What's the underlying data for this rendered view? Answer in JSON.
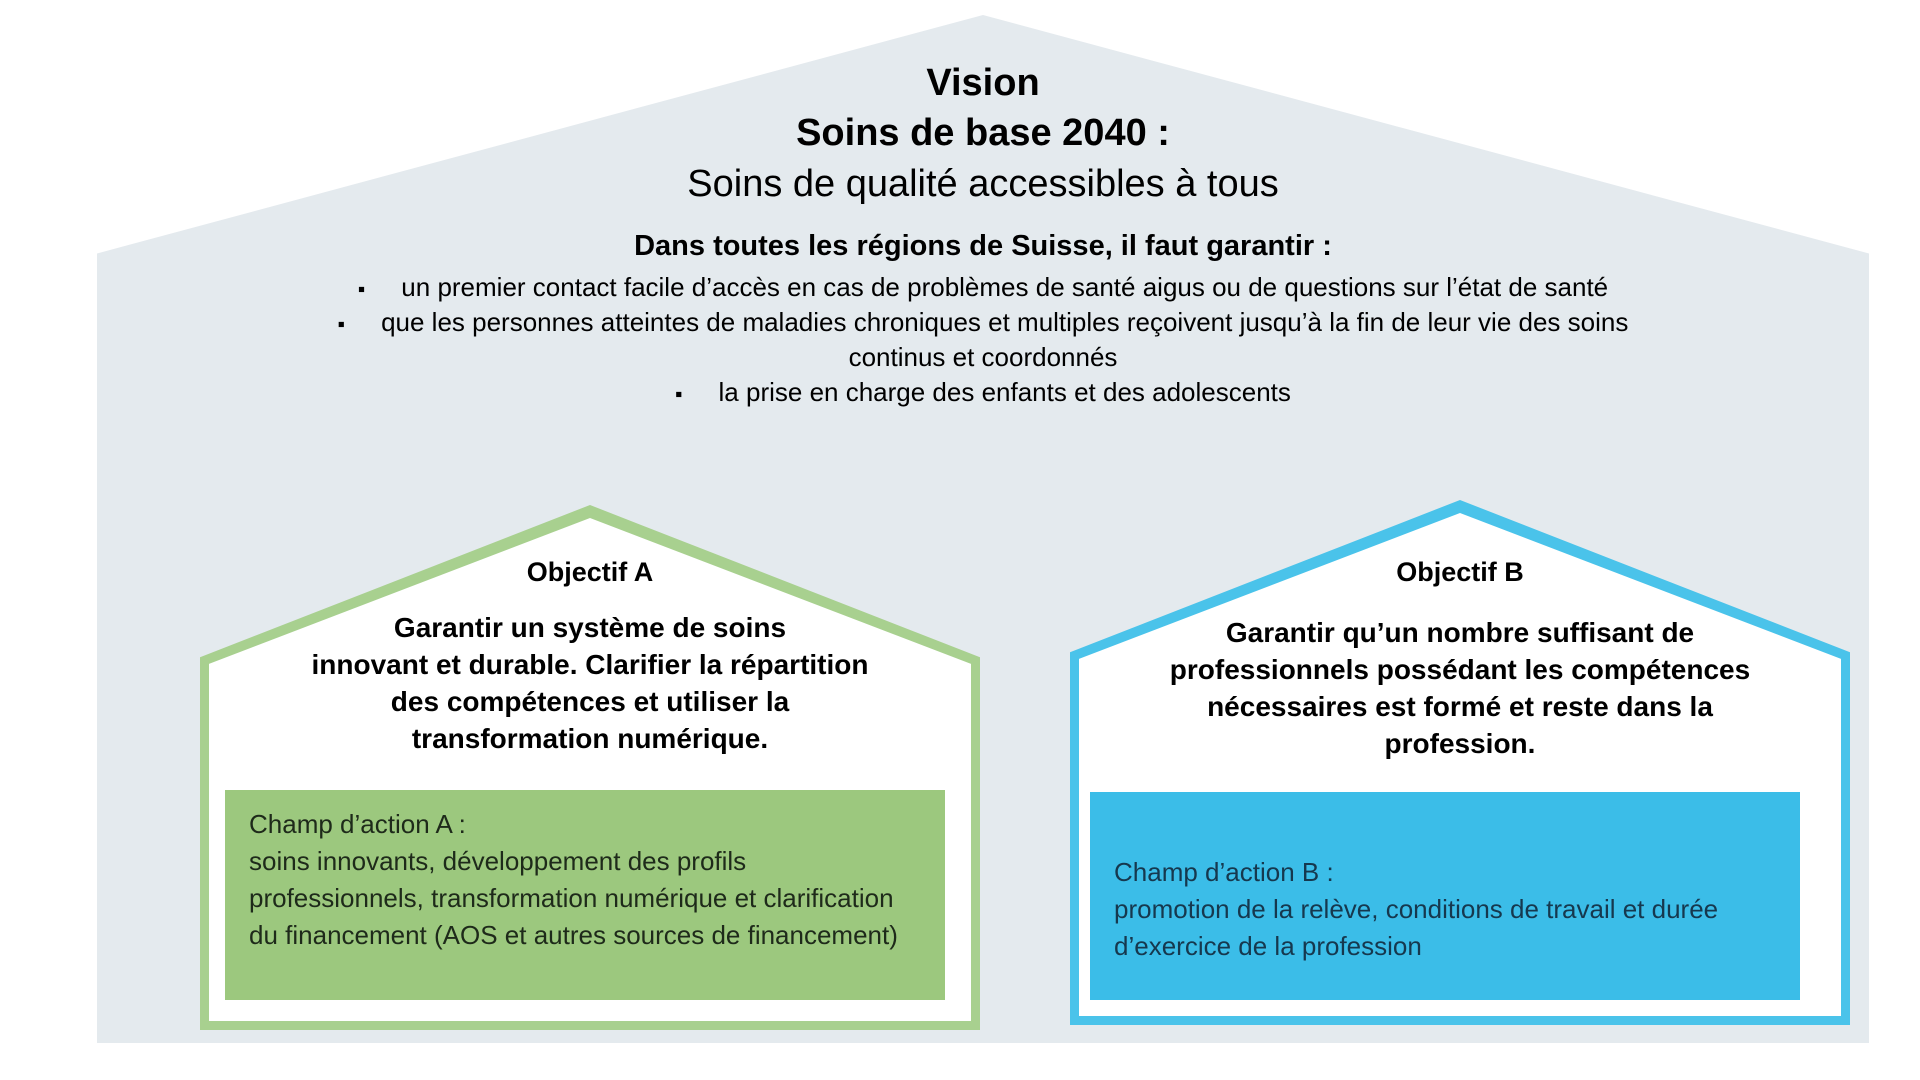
{
  "colors": {
    "house_bg": "#e4eaee",
    "green_border": "#a8d08f",
    "green_fill": "#9cc87e",
    "green_text": "#1e2a1a",
    "blue_border": "#4ac3ea",
    "blue_fill": "#3bbde8",
    "blue_text": "#16384e"
  },
  "vision": {
    "title_line1": "Vision",
    "title_line2": "Soins de base 2040 :",
    "subtitle": "Soins de qualité accessibles à tous",
    "heading": "Dans toutes les régions de Suisse, il faut garantir :",
    "bullets": [
      {
        "marker": "▪",
        "text": "un premier contact facile d’accès en cas de problèmes de santé aigus ou de questions sur l’état de santé"
      },
      {
        "marker": "▪",
        "text": "que les personnes atteintes de maladies chroniques et multiples reçoivent jusqu’à la fin de leur vie des soins"
      },
      {
        "marker": "",
        "text": "continus et coordonnés"
      },
      {
        "marker": "▪",
        "text": "la prise en charge des enfants et des adolescents"
      }
    ]
  },
  "objective_a": {
    "label": "Objectif A",
    "description_lines": [
      "Garantir un système de soins",
      "innovant et durable. Clarifier la répartition",
      "des compétences et utiliser la",
      "transformation numérique."
    ],
    "champ_title": "Champ d’action A :",
    "champ_text": "soins innovants, développement des profils professionnels, transformation numérique et clarification du financement (AOS et autres sources de financement)"
  },
  "objective_b": {
    "label": "Objectif B",
    "description_lines": [
      "Garantir qu’un nombre suffisant de",
      "professionnels possédant les compétences",
      "nécessaires est formé et reste dans la",
      "profession."
    ],
    "champ_title": "Champ d’action B :",
    "champ_text": "promotion de la relève, conditions de travail et durée d’exercice de la profession"
  }
}
